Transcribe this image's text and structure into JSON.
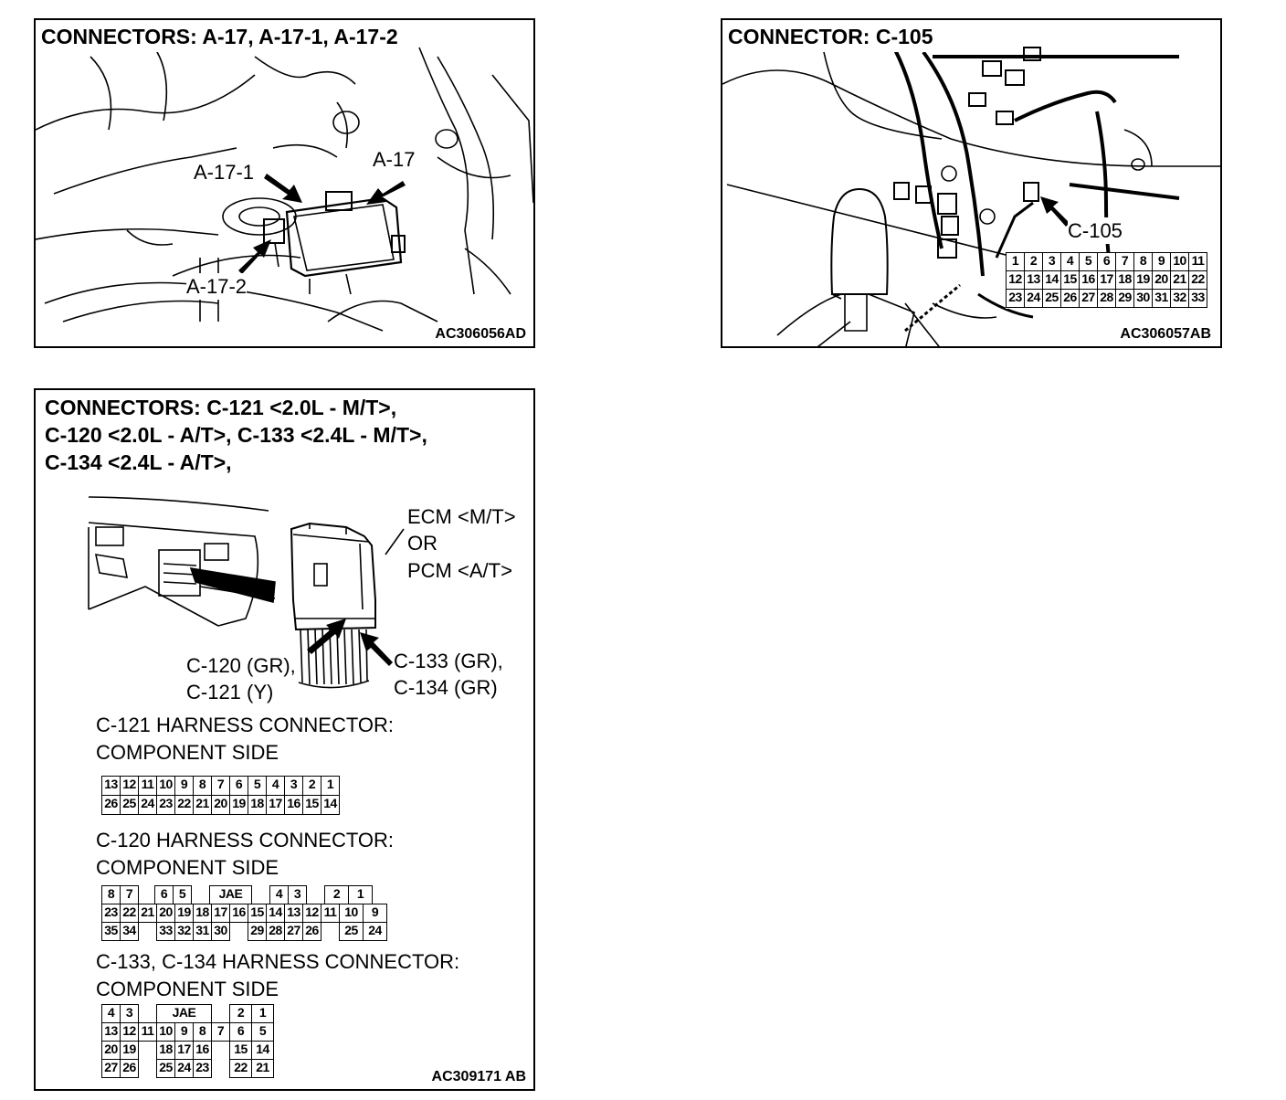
{
  "panel_a": {
    "title": "CONNECTORS: A-17, A-17-1, A-17-2",
    "labels": {
      "a17_1": "A-17-1",
      "a17": "A-17",
      "a17_2": "A-17-2"
    },
    "code": "AC306056AD"
  },
  "panel_b": {
    "title": "CONNECTOR: C-105",
    "label": "C-105",
    "pins_row1": [
      "1",
      "2",
      "3",
      "4",
      "5",
      "6",
      "7",
      "8",
      "9",
      "10",
      "11"
    ],
    "pins_row2": [
      "12",
      "13",
      "14",
      "15",
      "16",
      "17",
      "18",
      "19",
      "20",
      "21",
      "22"
    ],
    "pins_row3": [
      "23",
      "24",
      "25",
      "26",
      "27",
      "28",
      "29",
      "30",
      "31",
      "32",
      "33"
    ],
    "code": "AC306057AB"
  },
  "panel_c": {
    "title_line1": "CONNECTORS: C-121 <2.0L - M/T>,",
    "title_line2": "C-120 <2.0L - A/T>, C-133 <2.4L - M/T>,",
    "title_line3": "C-134 <2.4L - A/T>,",
    "ecm_line1": "ECM <M/T>",
    "ecm_line2": "OR",
    "ecm_line3": "PCM <A/T>",
    "left_label_1": "C-120 (GR),",
    "left_label_2": "C-121 (Y)",
    "right_label_1": "C-133 (GR),",
    "right_label_2": "C-134 (GR)",
    "c121": {
      "heading1": "C-121 HARNESS CONNECTOR:",
      "heading2": "COMPONENT SIDE",
      "row1": [
        "13",
        "12",
        "11",
        "10",
        "9",
        "8",
        "7",
        "6",
        "5",
        "4",
        "3",
        "2",
        "1"
      ],
      "row2": [
        "26",
        "25",
        "24",
        "23",
        "22",
        "21",
        "20",
        "19",
        "18",
        "17",
        "16",
        "15",
        "14"
      ]
    },
    "c120": {
      "heading1": "C-120 HARNESS CONNECTOR:",
      "heading2": "COMPONENT SIDE",
      "row1": [
        "8",
        "7",
        "",
        "6",
        "5",
        "",
        "JAE",
        "",
        "4",
        "3",
        "",
        "2",
        "1"
      ],
      "row2": [
        "23",
        "22",
        "21",
        "20",
        "19",
        "18",
        "17",
        "16",
        "15",
        "14",
        "13",
        "12",
        "11",
        "10",
        "9"
      ],
      "row3": [
        "35",
        "34",
        "",
        "33",
        "32",
        "31",
        "30",
        "",
        "29",
        "28",
        "27",
        "26",
        "",
        "25",
        "24"
      ]
    },
    "c133": {
      "heading1": "C-133, C-134 HARNESS CONNECTOR:",
      "heading2": "COMPONENT SIDE",
      "row1": [
        "4",
        "3",
        "",
        "JAE",
        "",
        "2",
        "1"
      ],
      "row2": [
        "13",
        "12",
        "11",
        "10",
        "9",
        "8",
        "7",
        "6",
        "5"
      ],
      "row3": [
        "20",
        "19",
        "",
        "18",
        "17",
        "16",
        "",
        "15",
        "14"
      ],
      "row4": [
        "27",
        "26",
        "",
        "25",
        "24",
        "23",
        "",
        "22",
        "21"
      ]
    },
    "code": "AC309171 AB"
  }
}
